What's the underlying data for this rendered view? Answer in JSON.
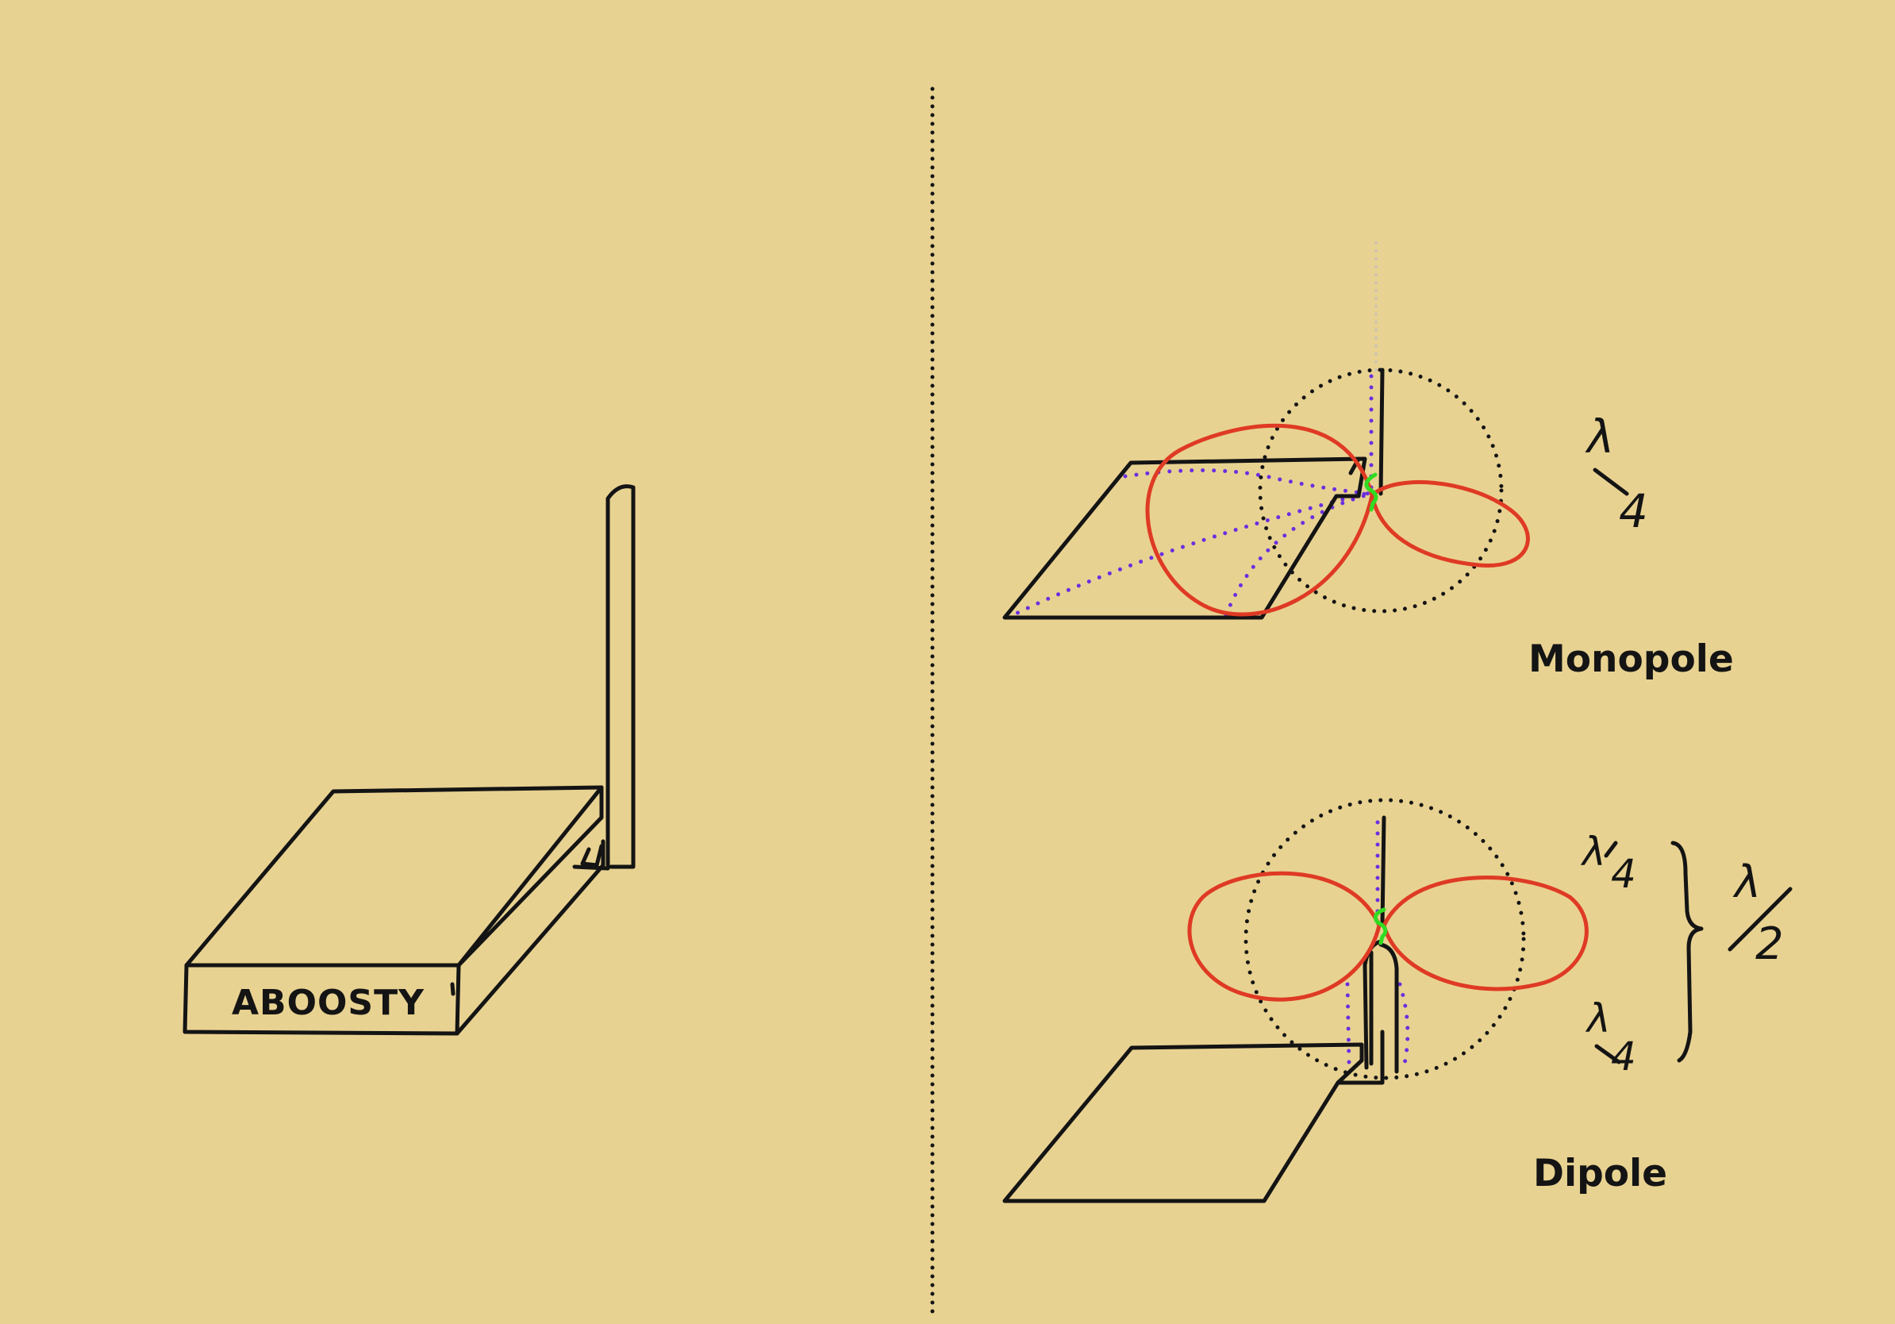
{
  "router": {
    "brand_label": "ABOOSTY"
  },
  "monopole": {
    "title": "Monopole",
    "length_label": {
      "numerator": "λ",
      "denominator": "4"
    }
  },
  "dipole": {
    "title": "Dipole",
    "upper_label": {
      "numerator": "λ",
      "denominator": "4"
    },
    "lower_label": {
      "numerator": "λ",
      "denominator": "4"
    },
    "total_label": {
      "numerator": "λ",
      "denominator": "2"
    }
  },
  "colors": {
    "background": "#e8d291",
    "ink": "#141414",
    "radiation_lobe": "#df3a24",
    "ground_projection": "#6a2fe0",
    "feed_point": "#2fdc22"
  }
}
